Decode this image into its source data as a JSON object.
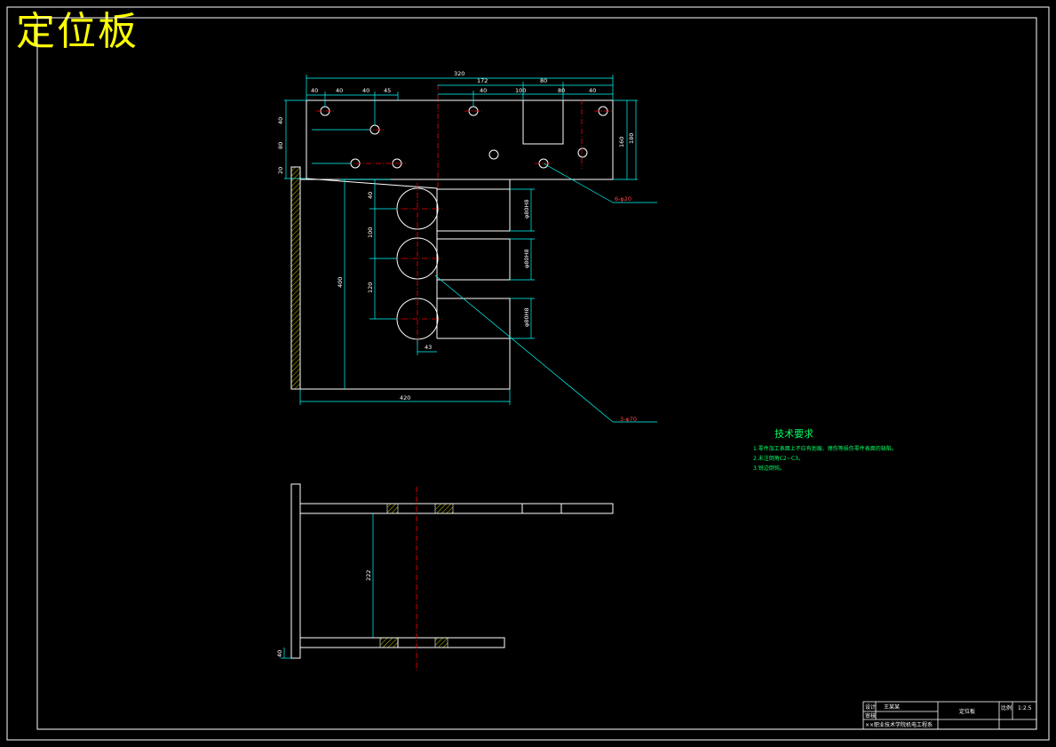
{
  "title": "定位板",
  "dims": {
    "overall_width": "320",
    "d40a": "40",
    "d40b": "40",
    "d40c": "40",
    "d45": "45",
    "d172": "172",
    "d80": "80",
    "d40d": "40",
    "d100": "100",
    "d80b": "80",
    "d40e": "40",
    "l40": "40",
    "l80": "80",
    "l20": "20",
    "r160": "160",
    "r180": "180",
    "c40": "40",
    "c100": "100",
    "c120": "120",
    "big400": "400",
    "w43": "43",
    "bottom420": "420",
    "slot1": "φ80H8",
    "slot2": "φ80H8",
    "slot3": "φ80H8",
    "hole_note1": "6-φ20",
    "hole_note2": "3-φ70",
    "side222": "222",
    "side40": "40"
  },
  "tech": {
    "heading": "技术要求",
    "items": [
      "1.零件加工表面上不应有划痕、擦伤等损伤零件表面的缺陷。",
      "2.未注倒角C2~C3。",
      "3.锐边倒钝。"
    ]
  },
  "titleblock": {
    "label_design": "设计",
    "label_check": "审核",
    "name": "王某某",
    "part": "定位板",
    "scale_label": "比例",
    "scale": "1:2.5",
    "school": "××职业技术学院机电工程系"
  },
  "colors": {
    "outline": "#ffffff",
    "dim": "#00ffff",
    "center": "#ff0000",
    "hatch": "#ffff00",
    "text": "#00ff66"
  }
}
